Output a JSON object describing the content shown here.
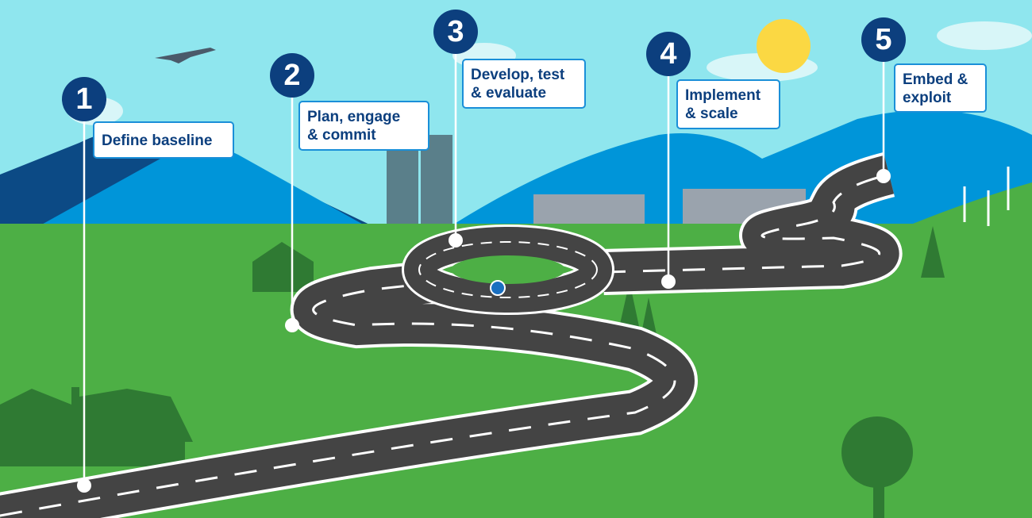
{
  "title": "Roadmap",
  "colors": {
    "sky": "#8fe6ee",
    "grass": "#4daf45",
    "marker": "#0c3f7e",
    "label_border": "#1a8fd8",
    "road": "#444444"
  },
  "steps": [
    {
      "number": "1",
      "label": "Define baseline"
    },
    {
      "number": "2",
      "label": "Plan, engage\n& commit"
    },
    {
      "number": "3",
      "label": "Develop, test\n& evaluate"
    },
    {
      "number": "4",
      "label": "Implement\n& scale"
    },
    {
      "number": "5",
      "label": "Embed &\nexploit"
    }
  ]
}
